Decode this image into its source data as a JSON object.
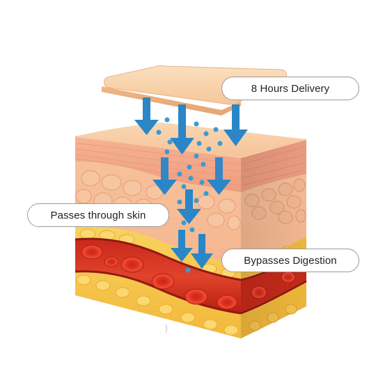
{
  "labels": {
    "delivery": "8 Hours Delivery",
    "skin": "Passes through skin",
    "digestion": "Bypasses Digestion"
  },
  "colors": {
    "patch": "#f6cba0",
    "epidermis": "#f2a98a",
    "dermis": "#f6b98f",
    "fat": "#f6c84a",
    "vessel": "#d9301e",
    "blood_cell": "#e8402a",
    "arrow": "#2a86c7",
    "particle": "#3a9bd4"
  },
  "icons": [
    "down-arrow-icon",
    "particle-dot-icon",
    "red-blood-cell-icon"
  ]
}
